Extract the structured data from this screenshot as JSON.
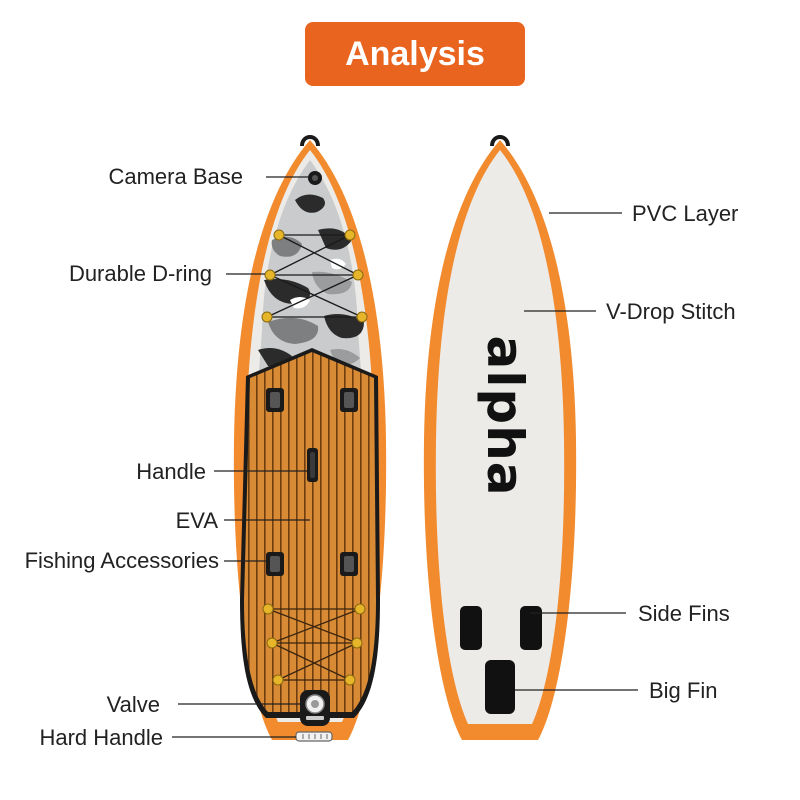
{
  "title": "Analysis",
  "brand": "alpha",
  "colors": {
    "accent": "#e8641f",
    "board_rim": "#f28a2e",
    "board_body": "#ecebe8",
    "eva_pad": "#d98a35",
    "camo_light": "#c9cbcc",
    "camo_dark": "#2b2b2b",
    "hardware": "#e7b52a",
    "fins": "#111111"
  },
  "labels": {
    "camera_base": "Camera Base",
    "durable_d_ring": "Durable D-ring",
    "handle": "Handle",
    "eva": "EVA",
    "fishing_accessories": "Fishing Accessories",
    "valve": "Valve",
    "hard_handle": "Hard Handle",
    "pvc_layer": "PVC Layer",
    "v_drop_stitch": "V-Drop Stitch",
    "side_fins": "Side Fins",
    "big_fin": "Big Fin"
  }
}
